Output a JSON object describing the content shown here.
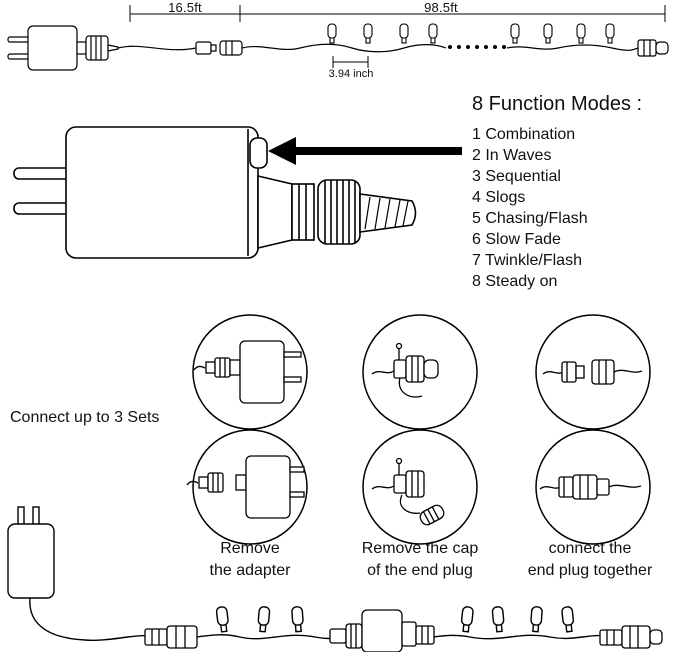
{
  "colors": {
    "line": "#000000",
    "background": "#ffffff"
  },
  "top_diagram": {
    "lead_length": "16.5ft",
    "string_length": "98.5ft",
    "bulb_spacing": "3.94 inch"
  },
  "modes": {
    "title": "8 Function Modes :",
    "items": [
      "1 Combination",
      "2 In Waves",
      "3 Sequential",
      "4 Slogs",
      "5 Chasing/Flash",
      "6 Slow Fade",
      "7 Twinkle/Flash",
      "8 Steady on"
    ]
  },
  "connect_section": {
    "heading": "Connect up to 3 Sets",
    "steps": [
      {
        "line1": "Remove",
        "line2": "the adapter"
      },
      {
        "line1": "Remove the cap",
        "line2": "of the end plug"
      },
      {
        "line1": "connect the",
        "line2": "end plug together"
      }
    ]
  }
}
